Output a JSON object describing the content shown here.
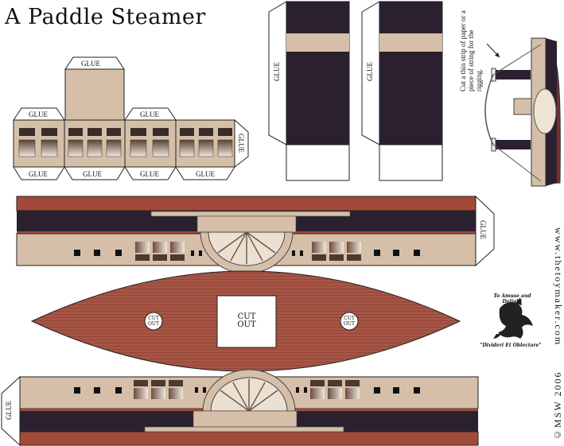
{
  "title": "A Paddle Steamer",
  "glue_label": "GLUE",
  "cut_out_label": "CUT OUT",
  "cut_out_small_line1": "CUT",
  "cut_out_small_line2": "OUT",
  "instruction": "Cut a thin strip of paper or a piece of string for the rigging.",
  "website": "www.thetoymaker.com",
  "copyright": "©MSW 2006",
  "crest_top": "To Amuse and Delight",
  "crest_bottom": "\"Divideri Et Oblectare\"",
  "colors": {
    "hull_red": "#a14a3a",
    "dark_band": "#2b2030",
    "tan": "#d6bfa8",
    "deck_red": "#a65545",
    "stroke": "#222222"
  }
}
